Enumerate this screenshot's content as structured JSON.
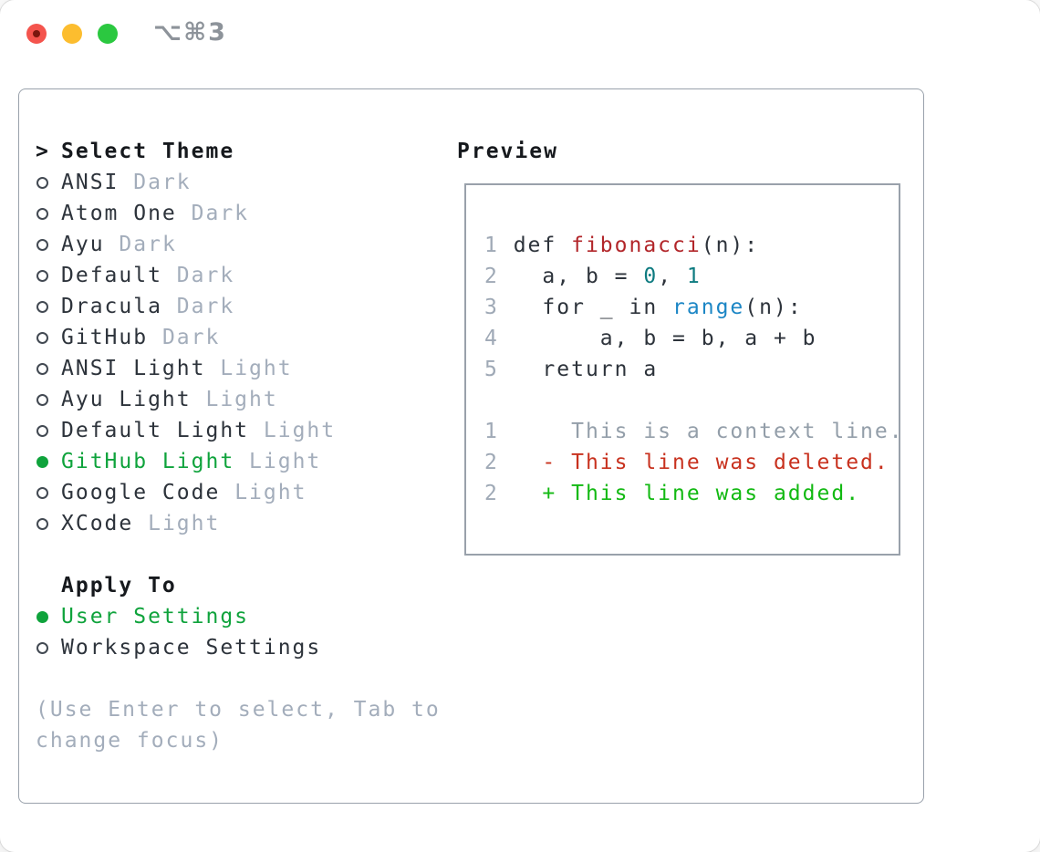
{
  "window": {
    "titlebar": {
      "shortcut_label": "⌥⌘3",
      "traffic_lights": [
        "close",
        "minimize",
        "zoom"
      ]
    }
  },
  "colors": {
    "ui_selected_green": "#0fa33c",
    "diff_added_green": "#12b912",
    "diff_deleted_red": "#c8311e",
    "syntax_function_red": "#b2262a",
    "syntax_number_teal": "#0e7b80",
    "syntax_builtin_blue": "#1c86c5",
    "text_primary": "#2d333b",
    "text_muted": "#a3adbb",
    "border_gray": "#99a1ab",
    "traffic_red": "#f4544d",
    "traffic_yellow": "#fcbd2f",
    "traffic_green": "#2bc840"
  },
  "theme_picker": {
    "header": {
      "marker": ">",
      "label": "Select Theme"
    },
    "themes": [
      {
        "name": "ANSI",
        "variant": "Dark",
        "selected": false
      },
      {
        "name": "Atom One",
        "variant": "Dark",
        "selected": false
      },
      {
        "name": "Ayu",
        "variant": "Dark",
        "selected": false
      },
      {
        "name": "Default",
        "variant": "Dark",
        "selected": false
      },
      {
        "name": "Dracula",
        "variant": "Dark",
        "selected": false
      },
      {
        "name": "GitHub",
        "variant": "Dark",
        "selected": false
      },
      {
        "name": "ANSI Light",
        "variant": "Light",
        "selected": false
      },
      {
        "name": "Ayu Light",
        "variant": "Light",
        "selected": false
      },
      {
        "name": "Default Light",
        "variant": "Light",
        "selected": false
      },
      {
        "name": "GitHub Light",
        "variant": "Light",
        "selected": true
      },
      {
        "name": "Google Code",
        "variant": "Light",
        "selected": false
      },
      {
        "name": "XCode",
        "variant": "Light",
        "selected": false
      }
    ],
    "apply_to": {
      "label": "Apply To",
      "options": [
        {
          "label": "User Settings",
          "selected": true
        },
        {
          "label": "Workspace Settings",
          "selected": false
        }
      ]
    },
    "hint_lines": [
      "(Use Enter to select, Tab to",
      "change focus)"
    ]
  },
  "preview": {
    "heading": "Preview",
    "code_lines": [
      {
        "num": "1",
        "segments": [
          {
            "text": "def ",
            "color": "fg"
          },
          {
            "text": "fibonacci",
            "color": "function"
          },
          {
            "text": "(n):",
            "color": "fg"
          }
        ]
      },
      {
        "num": "2",
        "segments": [
          {
            "text": "  a, b = ",
            "color": "fg"
          },
          {
            "text": "0",
            "color": "number"
          },
          {
            "text": ", ",
            "color": "fg"
          },
          {
            "text": "1",
            "color": "number"
          }
        ]
      },
      {
        "num": "3",
        "segments": [
          {
            "text": "  for _ in ",
            "color": "fg"
          },
          {
            "text": "range",
            "color": "builtin"
          },
          {
            "text": "(n):",
            "color": "fg"
          }
        ]
      },
      {
        "num": "4",
        "segments": [
          {
            "text": "      a, b = b, a + b",
            "color": "fg"
          }
        ]
      },
      {
        "num": "5",
        "segments": [
          {
            "text": "  return a",
            "color": "fg"
          }
        ]
      },
      {
        "num": "",
        "segments": []
      },
      {
        "num": "1",
        "segments": [
          {
            "text": "    This is a context line.",
            "color": "context"
          }
        ]
      },
      {
        "num": "2",
        "segments": [
          {
            "text": "  - This line was deleted.",
            "color": "deleted"
          }
        ]
      },
      {
        "num": "2",
        "segments": [
          {
            "text": "  + This line was added.",
            "color": "added"
          }
        ]
      }
    ]
  }
}
